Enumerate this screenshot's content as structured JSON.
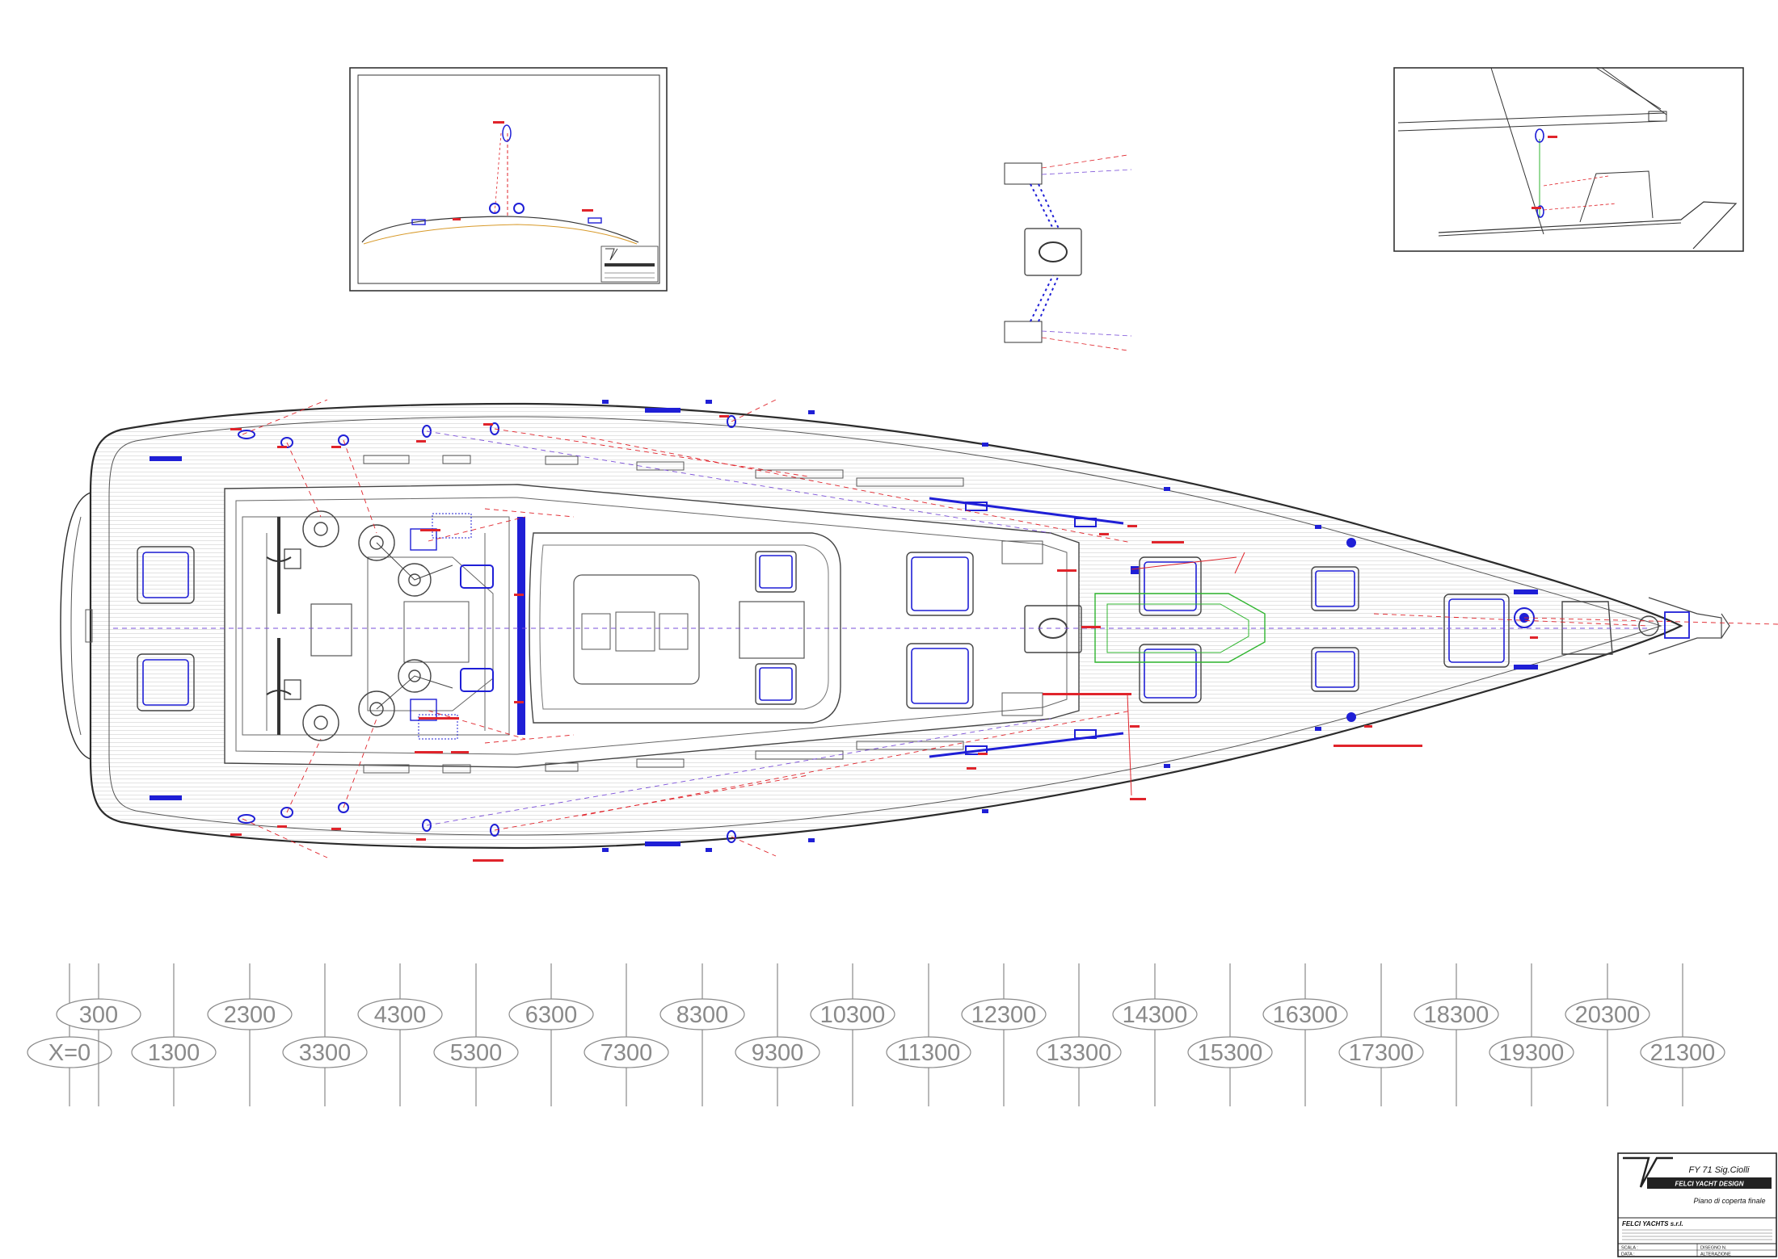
{
  "stations": [
    "X=0",
    "300",
    "1300",
    "2300",
    "3300",
    "4300",
    "5300",
    "6300",
    "7300",
    "8300",
    "9300",
    "10300",
    "11300",
    "12300",
    "13300",
    "14300",
    "15300",
    "16300",
    "17300",
    "18300",
    "19300",
    "20300",
    "21300"
  ],
  "title_block": {
    "project": "FY 71 Sig.Ciolli",
    "company_banner": "FELCI YACHT DESIGN",
    "drawing_title": "Piano di coperta finale",
    "firm_name": "FELCI YACHTS s.r.l.",
    "scale_label": "SCALA :",
    "date_label": "DATA :",
    "sheet_label": "DISEGNO N.",
    "revision_label": "ALTERAZIONE"
  },
  "colors": {
    "outline": "#2b2b2b",
    "hardware": "#1f1fd6",
    "annotation": "#e0242b",
    "station_grey": "#8a8a8a",
    "tender_green": "#2fb52f"
  }
}
